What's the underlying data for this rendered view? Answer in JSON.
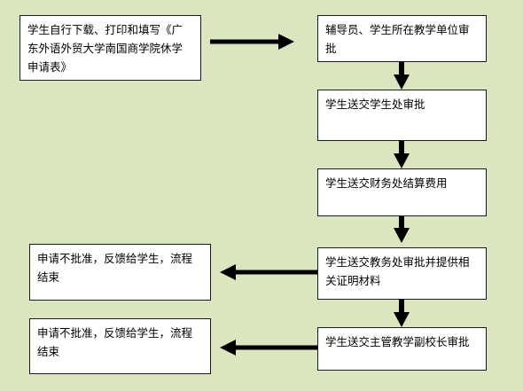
{
  "steps": [
    "学生自行下载、打印和填写《广东外语外贸大学南国商学院休学申请表》",
    "辅导员、学生所在教学单位审批",
    "学生送交学生处审批",
    "学生送交财务处结算费用",
    "学生送交教务处审批并提供相关证明材料",
    "学生送交主管教学副校长审批"
  ],
  "rejections": [
    "申请不批准，反馈给学生，流程结束",
    "申请不批准，反馈给学生，流程结束"
  ],
  "colors": {
    "background": "#d9e6c0",
    "box_fill": "#ffffff",
    "box_border": "#1a1a1a",
    "arrow": "#000000"
  }
}
